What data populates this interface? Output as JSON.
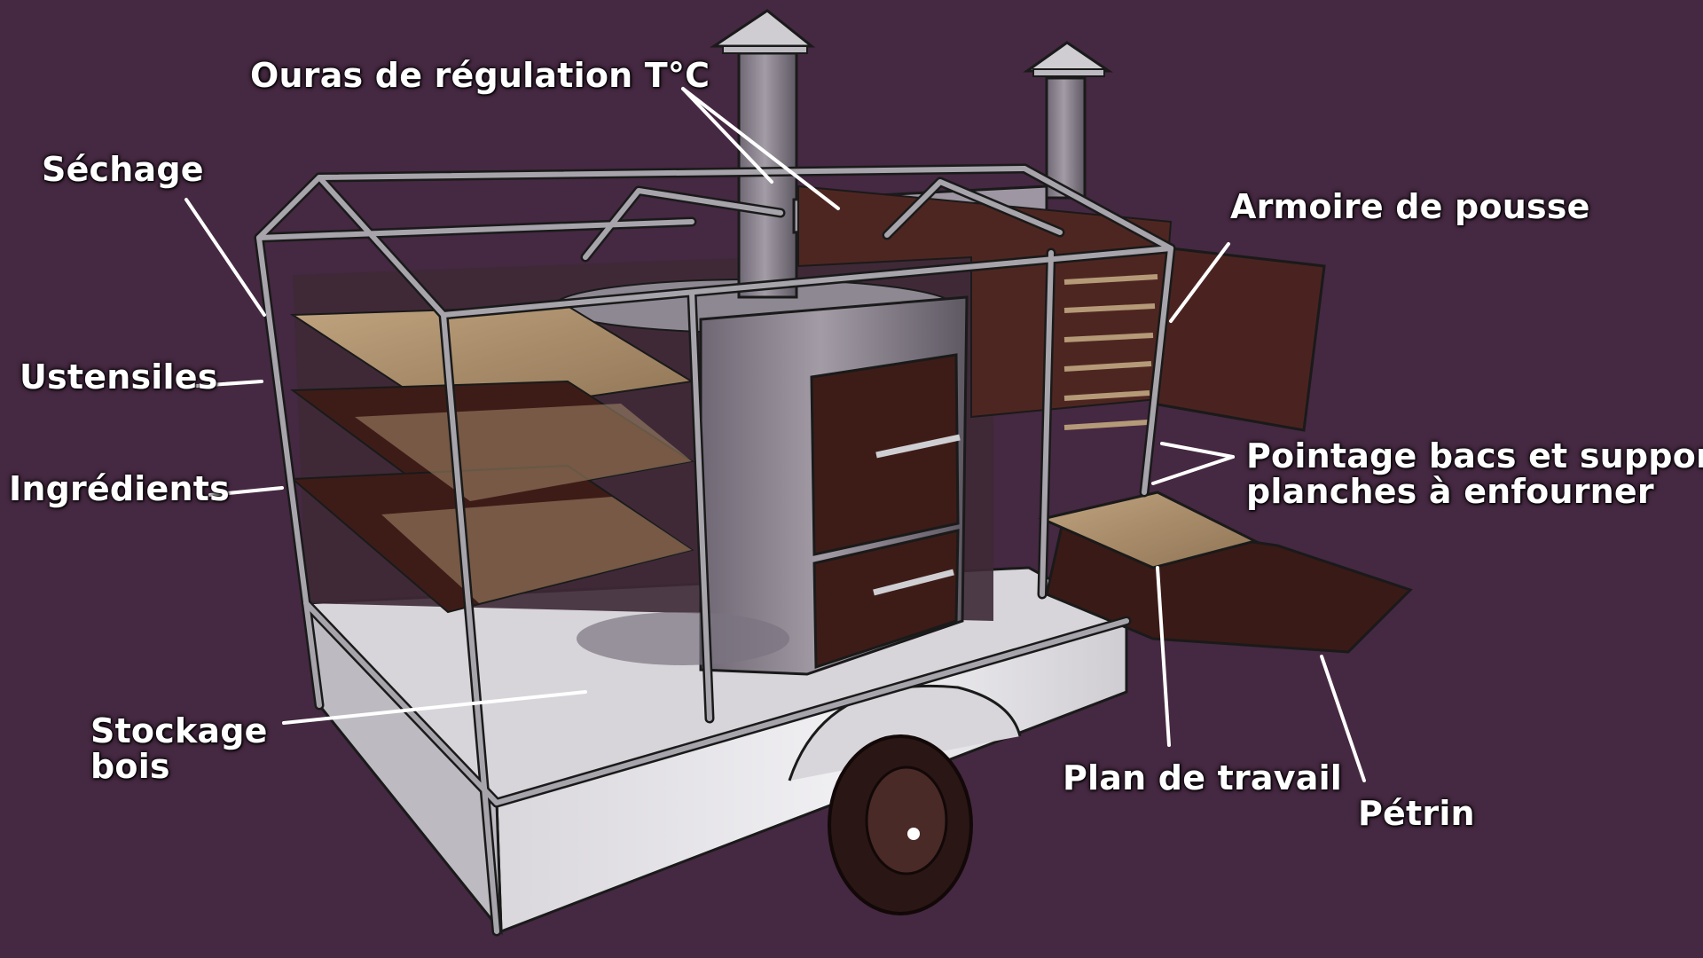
{
  "diagram": {
    "labels": {
      "ouras": "Ouras de régulation T°C",
      "sechage": "Séchage",
      "ustensiles": "Ustensiles",
      "ingredients": "Ingrédients",
      "stockage_line1": "Stockage",
      "stockage_line2": "bois",
      "armoire": "Armoire de pousse",
      "pointage_line1": "Pointage bacs et supports",
      "pointage_line2": "planches à enfourner",
      "plan": "Plan de travail",
      "petrin": "Pétrin"
    },
    "colors": {
      "background": "#452841",
      "frame": "#9a9aa0",
      "frame_edge": "#1a1a1a",
      "shelf_wood": "#a88d6c",
      "dark_wood": "#3d1c18",
      "oven_metal": "#8c8490",
      "trailer_base": "#e8e6ea",
      "tire": "#2a1614",
      "label_text": "#ffffff"
    }
  }
}
